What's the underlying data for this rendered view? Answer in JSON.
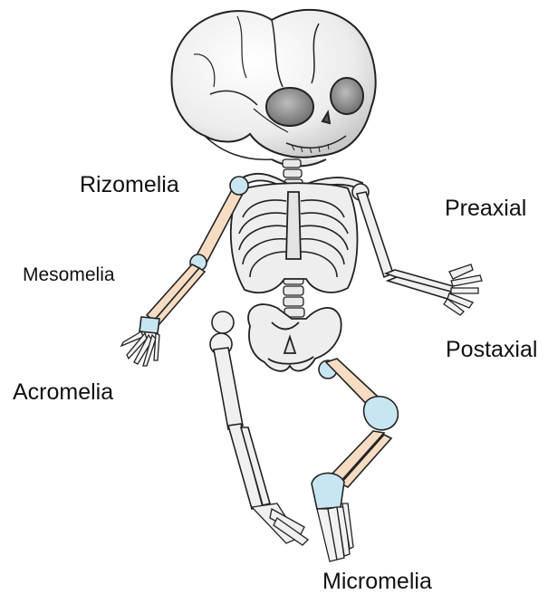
{
  "labels": {
    "rizomelia": "Rizomelia",
    "mesomelia": "Mesomelia",
    "acromelia": "Acromelia",
    "preaxial": "Preaxial",
    "postaxial": "Postaxial",
    "micromelia": "Micromelia"
  },
  "colors": {
    "bone": "#f2f2f2",
    "bone_shade": "#cfcfcf",
    "outline": "#222222",
    "highlight_long_bone": "#f7dcc4",
    "highlight_joint": "#c8e6f2"
  },
  "icons": {
    "skeleton": "fetal-skeleton-illustration"
  }
}
